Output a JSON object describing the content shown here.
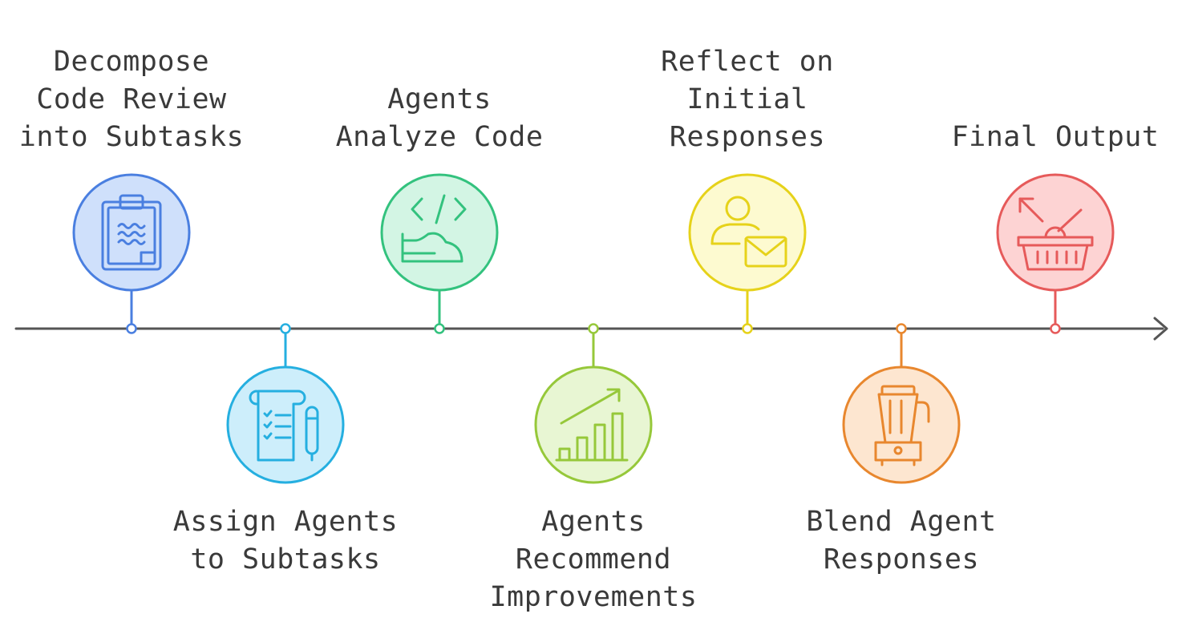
{
  "steps": [
    {
      "label": "Decompose\nCode Review\ninto Subtasks",
      "icon": "clipboard-icon",
      "stroke": "#4a7fe0",
      "fill": "#cfe0fb"
    },
    {
      "label": "Assign Agents\nto Subtasks",
      "icon": "checklist-pen-icon",
      "stroke": "#25afe0",
      "fill": "#cdeefb"
    },
    {
      "label": "Agents\nAnalyze Code",
      "icon": "code-icon",
      "stroke": "#33c27e",
      "fill": "#d3f5e4"
    },
    {
      "label": "Agents\nRecommend\nImprovements",
      "icon": "growth-chart-icon",
      "stroke": "#96c83a",
      "fill": "#e8f6d3"
    },
    {
      "label": "Reflect on\nInitial\nResponses",
      "icon": "user-mail-icon",
      "stroke": "#e6d21a",
      "fill": "#fdfad0"
    },
    {
      "label": "Blend Agent\nResponses",
      "icon": "blender-icon",
      "stroke": "#e8872e",
      "fill": "#fde6d0"
    },
    {
      "label": "Final Output",
      "icon": "basket-icon",
      "stroke": "#e65a5a",
      "fill": "#fdd3d3"
    }
  ],
  "colors": {
    "axis": "#555555",
    "text": "#3a3a3a"
  }
}
